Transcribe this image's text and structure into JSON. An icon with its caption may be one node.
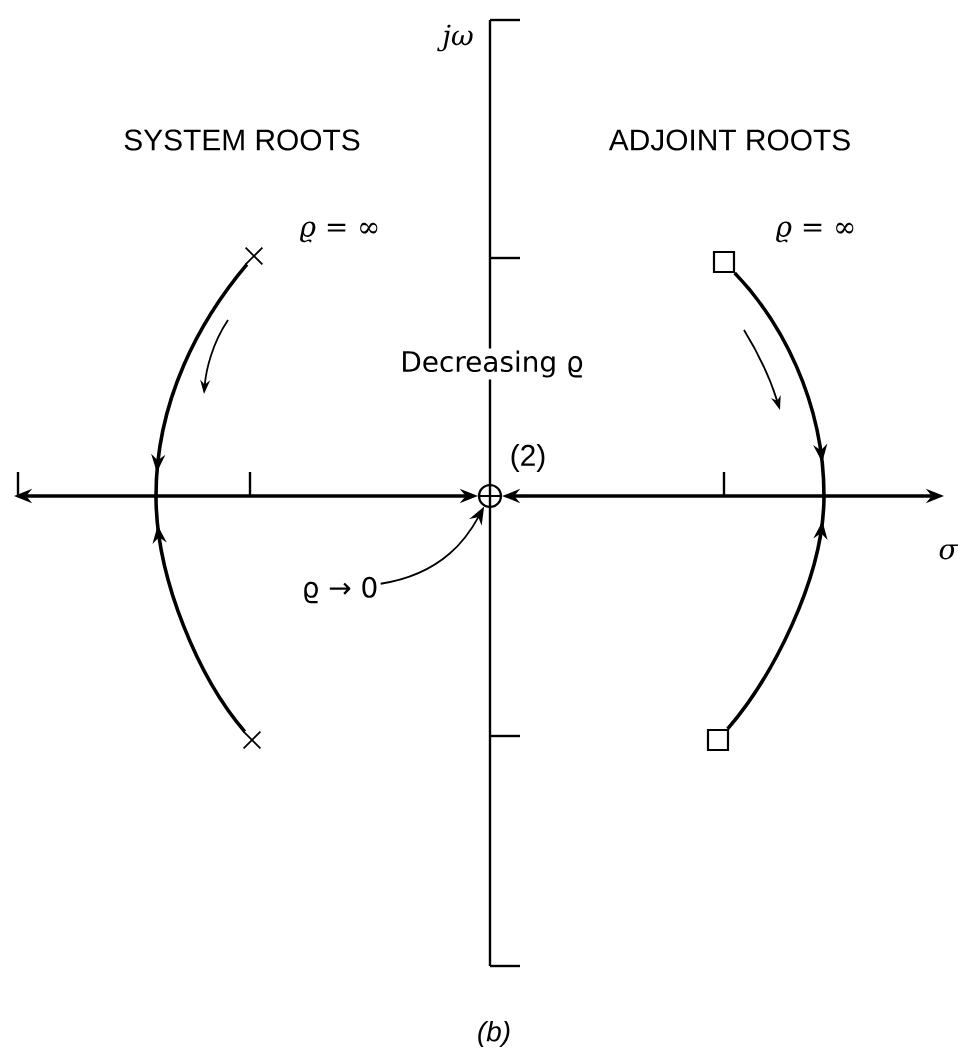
{
  "diagram": {
    "caption": "(b)",
    "nodes": [
      {
        "text": [],
        "shape": "cross",
        "beside": [
          "ϱ = ∞"
        ]
      },
      {
        "text": [],
        "shape": "cross"
      },
      {
        "text": [],
        "shape": "box",
        "beside": [
          "ϱ = ∞"
        ]
      },
      {
        "text": [],
        "shape": "box"
      },
      {
        "text": [],
        "shape": "circle",
        "beside": [
          "(2)"
        ]
      },
      {
        "text": [
          "ϱ → 0"
        ]
      }
    ],
    "edges": [
      {
        "from": 0,
        "to": 4,
        "arrow": "to"
      },
      {
        "from": 1,
        "to": null,
        "arrow": "to"
      },
      {
        "from": 2,
        "to": null,
        "arrow": "to"
      },
      {
        "from": 3,
        "to": 4,
        "arrow": "to"
      },
      {
        "from": 5,
        "to": 4,
        "arrow": "to"
      }
    ],
    "labels": [
      "jω",
      "SYSTEM ROOTS",
      "ADJOINT ROOTS",
      "Decreasing ϱ",
      "σ"
    ]
  }
}
